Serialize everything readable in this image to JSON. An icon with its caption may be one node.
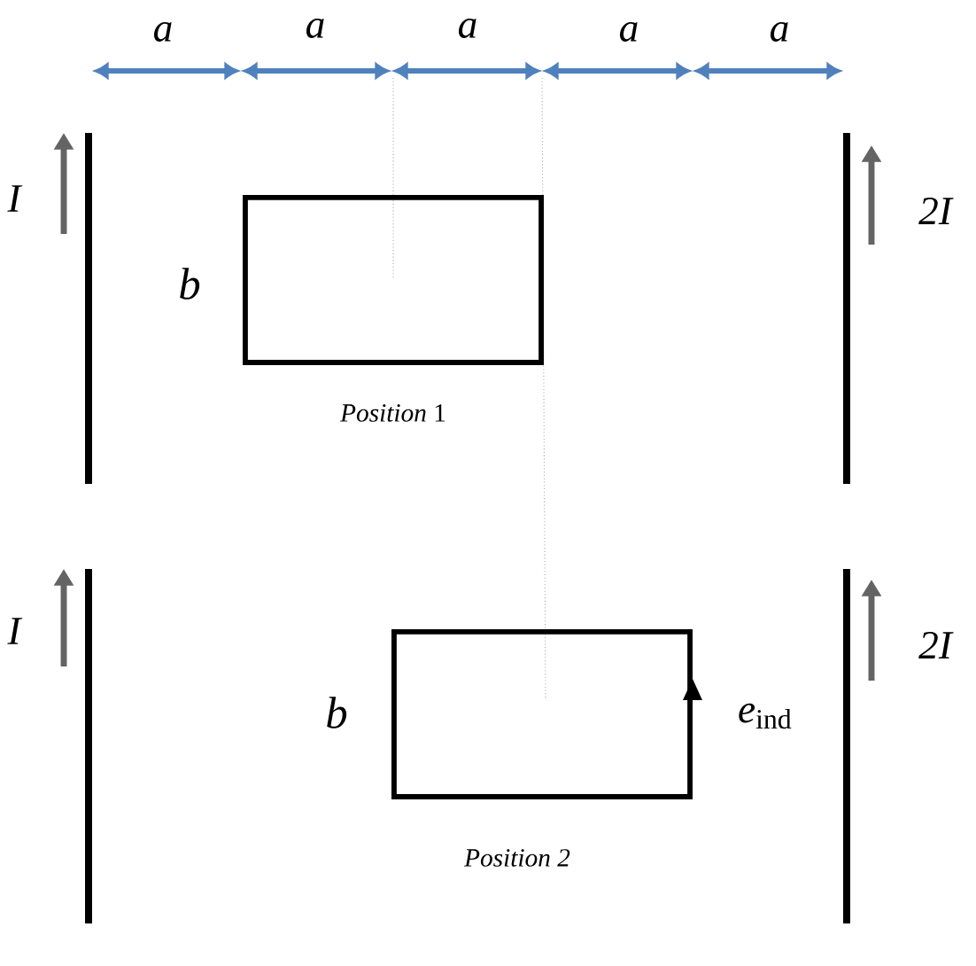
{
  "diagram": {
    "nodes": [
      {
        "text": [],
        "shape": "box",
        "beside": [
          "b",
          "*Position* 1"
        ]
      },
      {
        "text": [],
        "shape": "box",
        "beside": [
          "b",
          "Position 2"
        ]
      }
    ],
    "labels": [
      "a",
      "a",
      "a",
      "a",
      "a",
      "I",
      "2I",
      "I",
      "2I",
      "*e*$_{ind}$"
    ]
  }
}
